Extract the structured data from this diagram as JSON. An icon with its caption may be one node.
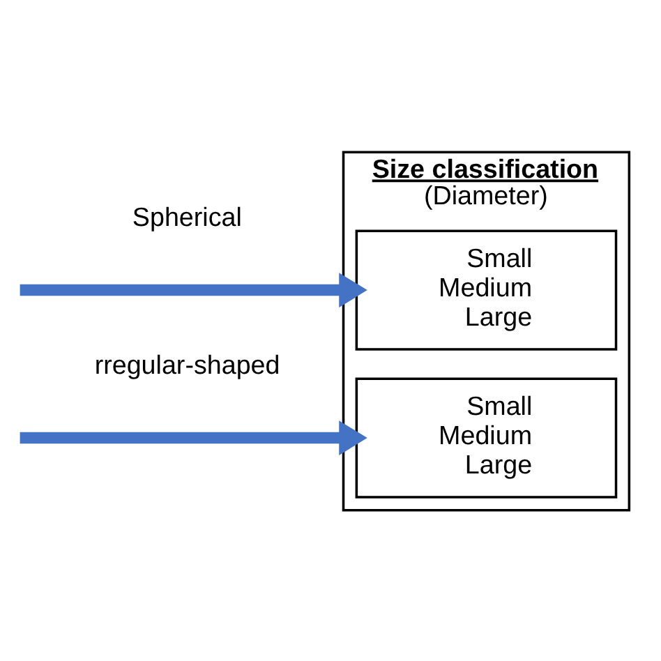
{
  "diagram": {
    "nodes": [
      {
        "text": [
          "Size classification",
          "(Diameter)"
        ]
      },
      {
        "text": [
          "Small",
          "Medium",
          "Large"
        ],
        "in": 0
      },
      {
        "text": [
          "Small",
          "Medium",
          "Large"
        ],
        "in": 0
      }
    ],
    "edges": [
      {
        "from": null,
        "to": 1,
        "arrow": "to",
        "label": "Spherical"
      },
      {
        "from": null,
        "to": 2,
        "arrow": "to",
        "label": "rregular-shaped"
      }
    ]
  }
}
